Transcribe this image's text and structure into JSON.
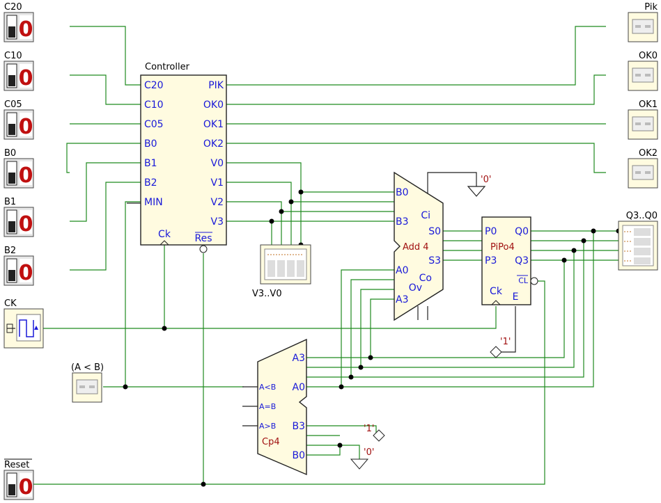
{
  "inputs": {
    "c20": "C20",
    "c10": "C10",
    "c05": "C05",
    "b0": "B0",
    "b1": "B1",
    "b2": "B2",
    "ck": "CK",
    "reset": "Reset",
    "switch_value": "0"
  },
  "outputs": {
    "pik": "Pik",
    "ok0": "OK0",
    "ok1": "OK1",
    "ok2": "OK2",
    "q_bus": "Q3..Q0",
    "v_bus": "V3..V0",
    "a_lt_b": "(A < B)"
  },
  "controller": {
    "title": "Controller",
    "pins_left": [
      "C20",
      "C10",
      "C05",
      "B0",
      "B1",
      "B2",
      "MIN"
    ],
    "pins_right": [
      "PIK",
      "OK0",
      "OK1",
      "OK2",
      "V0",
      "V1",
      "V2",
      "V3"
    ],
    "ck": "Ck",
    "res": "Res"
  },
  "adder": {
    "name": "Add 4",
    "b0": "B0",
    "b3": "B3",
    "ci": "Ci",
    "s0": "S0",
    "s3": "S3",
    "a0": "A0",
    "a3": "A3",
    "co": "Co",
    "ov": "Ov"
  },
  "register": {
    "name": "PiPo4",
    "p0": "P0",
    "p3": "P3",
    "q0": "Q0",
    "q3": "Q3",
    "cl": "CL",
    "ck": "Ck",
    "e": "E"
  },
  "comparator": {
    "name": "Cp4",
    "a3": "A3",
    "a0": "A0",
    "lt": "A<B",
    "eq": "A=B",
    "gt": "A>B",
    "b3": "B3",
    "b0": "B0"
  },
  "constants": {
    "zero": "'0'",
    "one": "'1'"
  },
  "colors": {
    "wire": "#1f8a1f",
    "block_fill": "#fffbe0",
    "pin_text": "#1818d8",
    "name_text": "#a01010"
  }
}
